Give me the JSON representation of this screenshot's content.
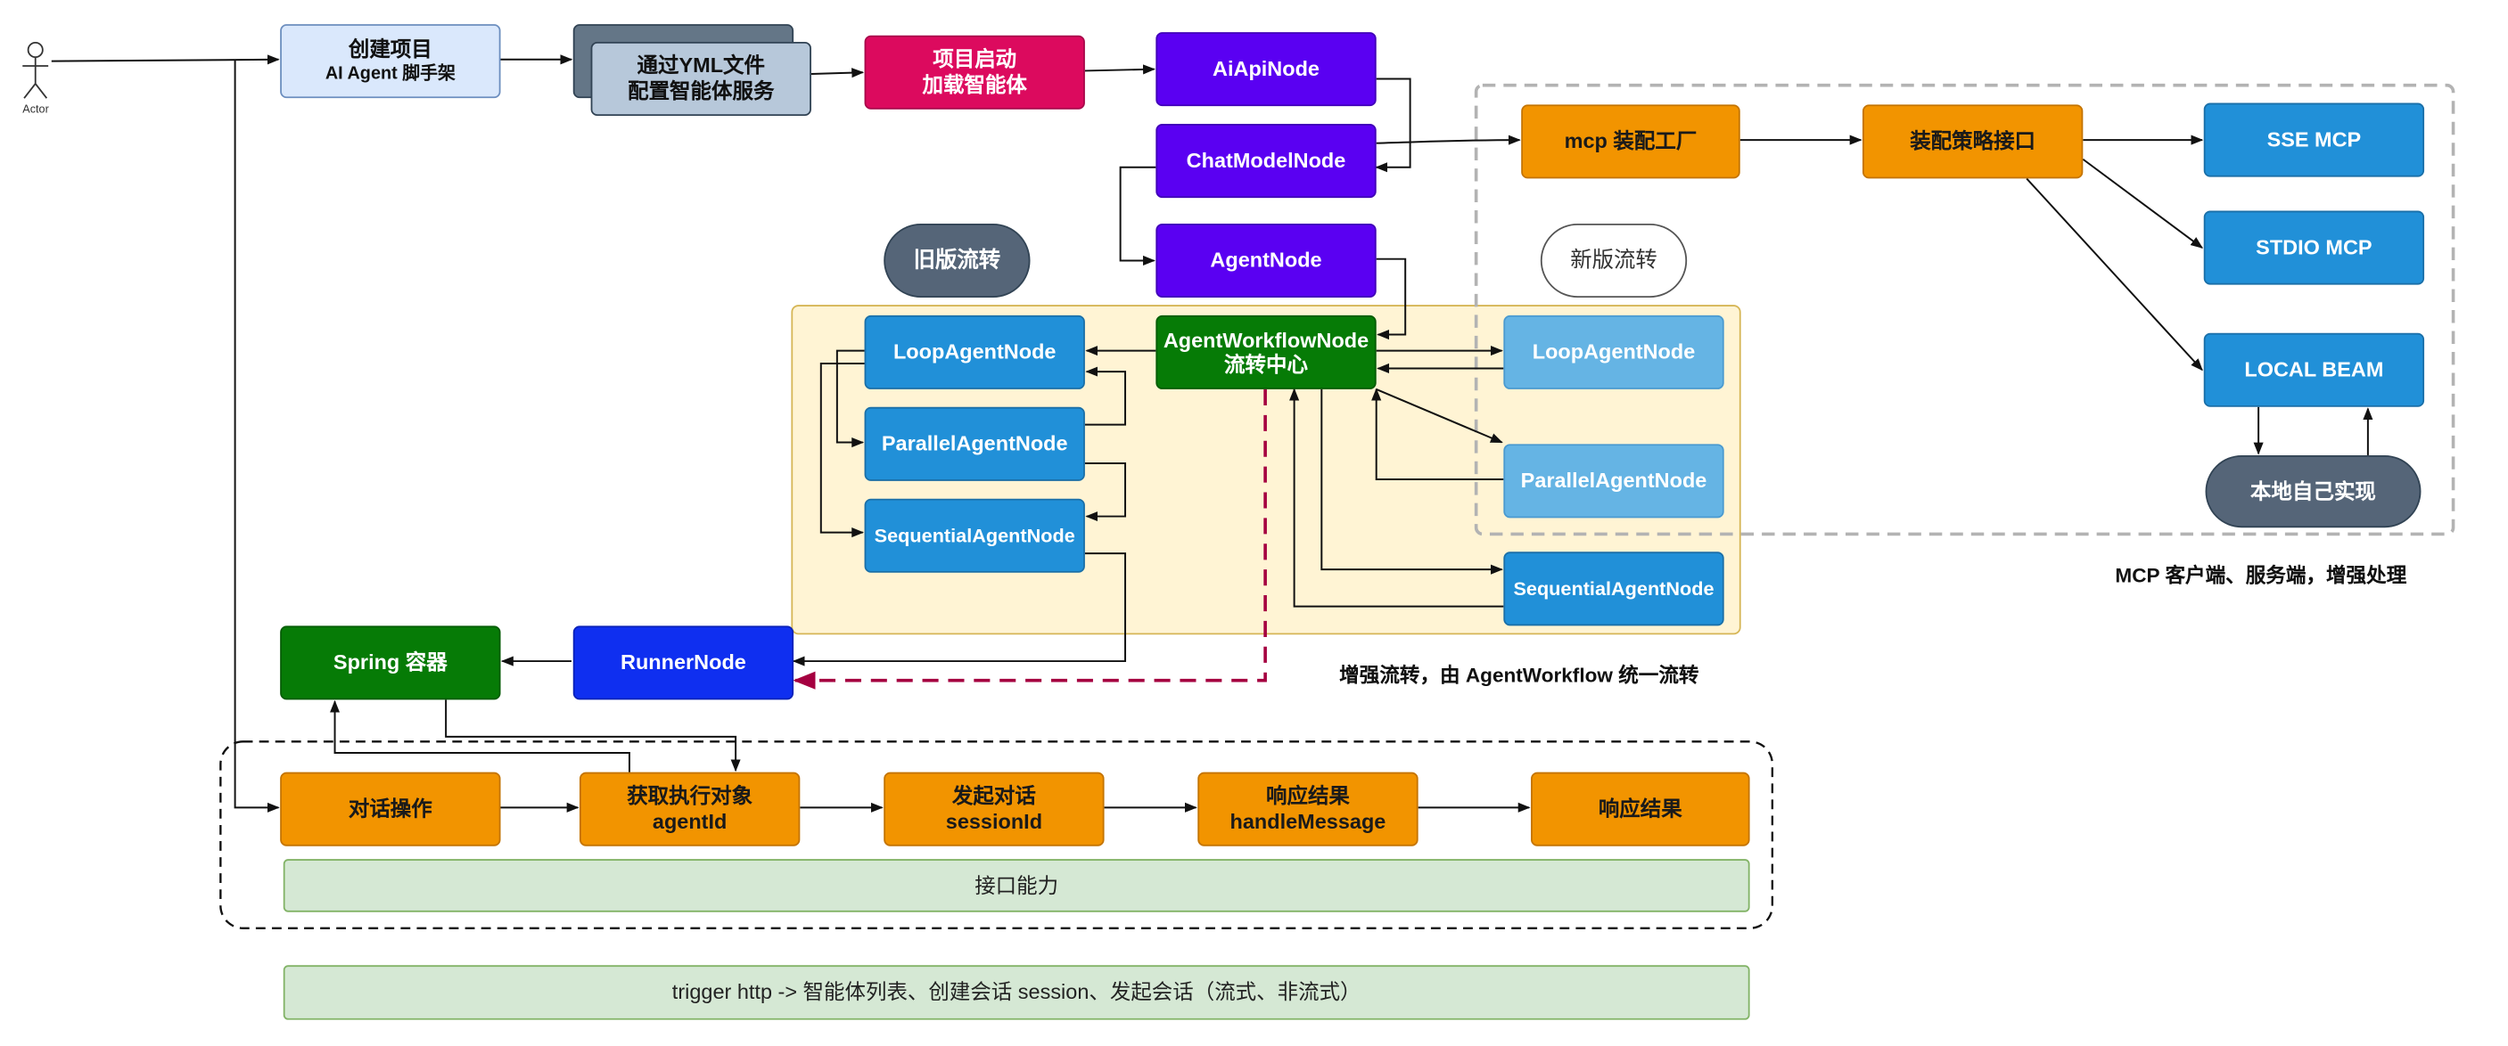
{
  "actor": {
    "label": "Actor"
  },
  "top_row": {
    "create_project": {
      "title": "创建项目",
      "subtitle": "AI Agent 脚手架"
    },
    "yml_config": {
      "line1": "通过YML文件",
      "line2": "配置智能体服务"
    },
    "startup": {
      "line1": "项目启动",
      "line2": "加载智能体"
    }
  },
  "nodes": {
    "ai_api": "AiApiNode",
    "chat_model": "ChatModelNode",
    "agent": "AgentNode",
    "workflow": {
      "line1": "AgentWorkflowNode",
      "line2": "流转中心"
    },
    "runner": "RunnerNode",
    "spring": "Spring 容器"
  },
  "old_flow": {
    "tag": "旧版流转",
    "loop": "LoopAgentNode",
    "parallel": "ParallelAgentNode",
    "sequential": "SequentialAgentNode"
  },
  "new_flow": {
    "tag": "新版流转",
    "loop": "LoopAgentNode",
    "parallel": "ParallelAgentNode",
    "sequential": "SequentialAgentNode",
    "caption": "增强流转，由 AgentWorkflow 统一流转"
  },
  "mcp": {
    "factory": "mcp 装配工厂",
    "strategy": "装配策略接口",
    "sse": "SSE MCP",
    "stdio": "STDIO MCP",
    "local": "LOCAL BEAM",
    "self_impl": "本地自己实现",
    "caption": "MCP 客户端、服务端，增强处理"
  },
  "interface": {
    "chat_op": "对话操作",
    "get_exec": {
      "line1": "获取执行对象",
      "line2": "agentId"
    },
    "start_chat": {
      "line1": "发起对话",
      "line2": "sessionId"
    },
    "response_handle": {
      "line1": "响应结果",
      "line2": "handleMessage"
    },
    "response": "响应结果",
    "capability": "接口能力"
  },
  "trigger": {
    "text": "trigger http -> 智能体列表、创建会话 session、发起会话（流式、非流式）"
  },
  "colors": {
    "orange": "#f29400",
    "purple": "#5a00f2",
    "blue": "#2190d8",
    "green": "#067b06",
    "pink": "#dc0a5e",
    "return_arrow": "#a50040"
  }
}
